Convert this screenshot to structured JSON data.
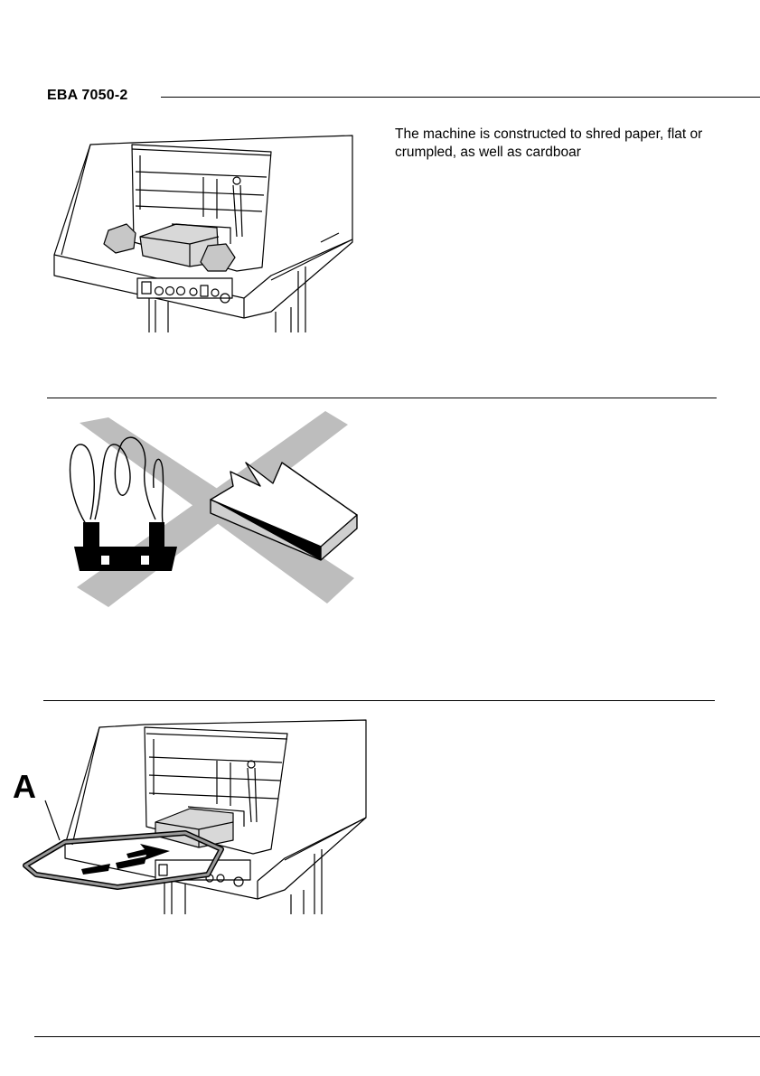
{
  "header": {
    "model_title": "EBA 7050-2"
  },
  "section1": {
    "description": "The machine is constructed to shred paper, flat or crumpled, as well as cardboar"
  },
  "section3": {
    "callout_label": "A"
  },
  "icons": {
    "figure1": "shredder-with-paper-illustration",
    "figure2": "forbidden-items-cross-icon",
    "figure3": "shredder-feed-area-illustration"
  },
  "colors": {
    "ink": "#000000",
    "paper": "#ffffff",
    "shade": "#bdbdbd"
  }
}
